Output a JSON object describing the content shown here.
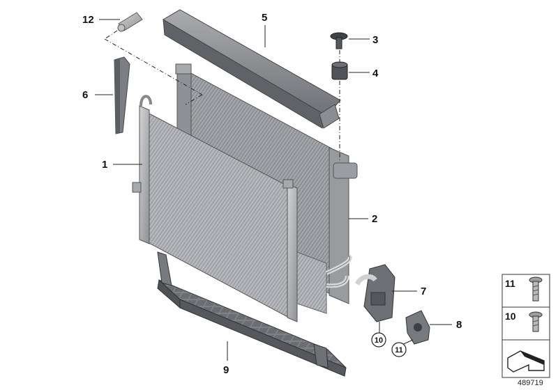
{
  "callouts": {
    "n1": "1",
    "n2": "2",
    "n3": "3",
    "n4": "4",
    "n5": "5",
    "n6": "6",
    "n7": "7",
    "n8": "8",
    "n9": "9",
    "n10": "10",
    "n11": "11",
    "n12": "12"
  },
  "legend": {
    "row_11": "11",
    "row_10": "10"
  },
  "reference_number": "489719"
}
